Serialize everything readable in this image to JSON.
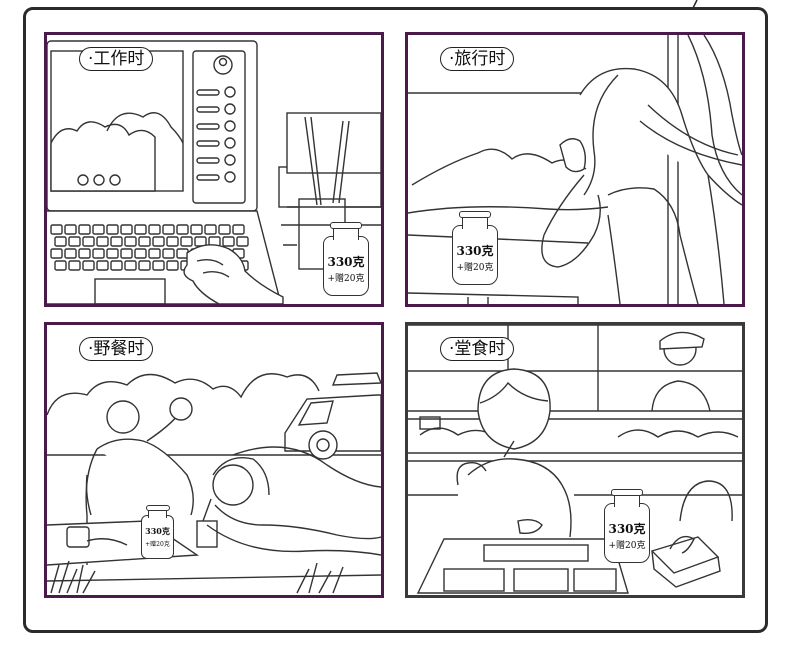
{
  "panels": [
    {
      "label": "·工作时",
      "jar_weight": "330克",
      "jar_bonus": "+赠20克"
    },
    {
      "label": "·旅行时",
      "jar_weight": "330克",
      "jar_bonus": "+赠20克"
    },
    {
      "label": "·野餐时",
      "jar_weight": "330克",
      "jar_bonus": "+赠20克"
    },
    {
      "label": "·堂食时",
      "jar_weight": "330克",
      "jar_bonus": "+赠20克"
    }
  ],
  "colors": {
    "panel_border": "#4a1a4a",
    "line_art": "#333333",
    "frame_border": "#2b2b2b"
  }
}
